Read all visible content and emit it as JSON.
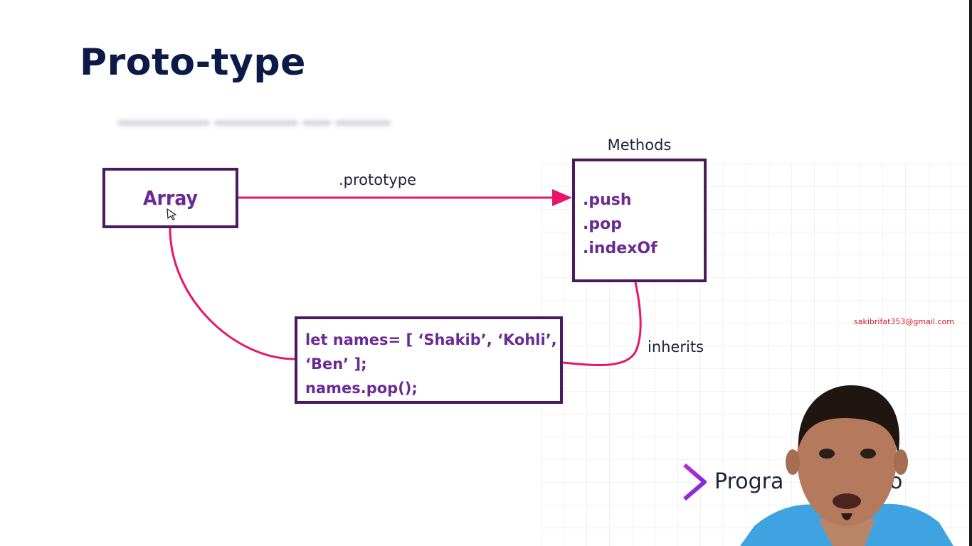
{
  "slide": {
    "title": "Proto-type",
    "array_label": "Array",
    "prototype_label": ".prototype",
    "methods_header": "Methods",
    "methods": [
      ".push",
      ".pop",
      ".indexOf"
    ],
    "code_lines": [
      "let names= [ ‘Shakib’, ‘Kohli’,",
      "‘Ben’ ];",
      "names.pop();"
    ],
    "inherits_label": "inherits"
  },
  "overlay": {
    "email": "sakibrifat353@gmail.com",
    "brand_left": "Progra",
    "brand_right": "Hero"
  },
  "colors": {
    "title": "#0b1a47",
    "box_border": "#4a1a5e",
    "box_text": "#6b2a93",
    "connector": "#e8156b",
    "email": "#d7192b"
  },
  "icons": [
    "cursor-icon",
    "brand-logo-icon"
  ]
}
